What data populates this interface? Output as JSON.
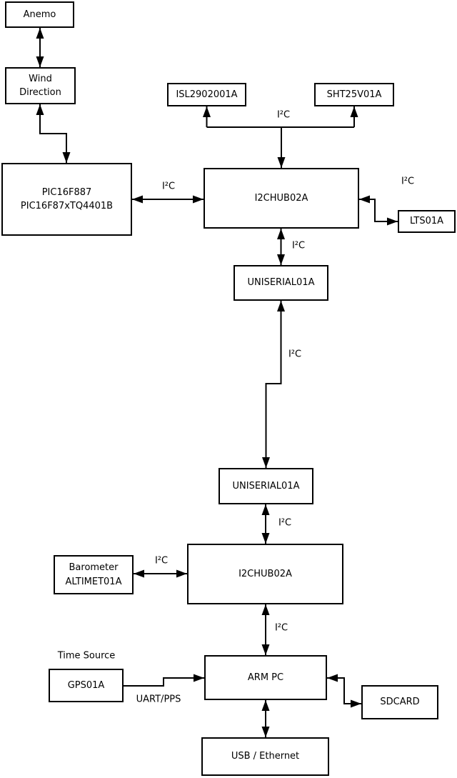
{
  "diagram": {
    "boxes": {
      "anemo": {
        "label": "Anemo"
      },
      "wind_direction": {
        "lines": [
          "Wind",
          "Direction"
        ]
      },
      "pic": {
        "lines": [
          "PIC16F887",
          "PIC16F87xTQ4401B"
        ]
      },
      "isl": {
        "label": "ISL2902001A"
      },
      "sht": {
        "label": "SHT25V01A"
      },
      "i2c_hub_top": {
        "label": "I2CHUB02A"
      },
      "lts": {
        "label": "LTS01A"
      },
      "uniserial_top": {
        "label": "UNISERIAL01A"
      },
      "uniserial_bottom": {
        "label": "UNISERIAL01A"
      },
      "i2c_hub_bottom": {
        "label": "I2CHUB02A"
      },
      "barometer": {
        "lines": [
          "Barometer",
          "ALTIMET01A"
        ]
      },
      "arm_pc": {
        "label": "ARM PC"
      },
      "gps": {
        "label": "GPS01A"
      },
      "sdcard": {
        "label": "SDCARD"
      },
      "usb_ethernet": {
        "label": "USB / Ethernet"
      }
    },
    "edge_labels": {
      "sensors_bus": "I²C",
      "pic_hub": "I²C",
      "hub_lts": "I²C",
      "hub_uniserial": "I²C",
      "uniserial_link": "I²C",
      "uniserial_hub2": "I²C",
      "barometer_hub2": "I²C",
      "hub2_armpc": "I²C",
      "gps_armpc": "UART/PPS",
      "time_source": "Time Source"
    },
    "colors": {
      "line": "#000000",
      "box_border": "#000000",
      "box_fill": "#ffffff",
      "text": "#000000",
      "background": "#ffffff"
    }
  }
}
